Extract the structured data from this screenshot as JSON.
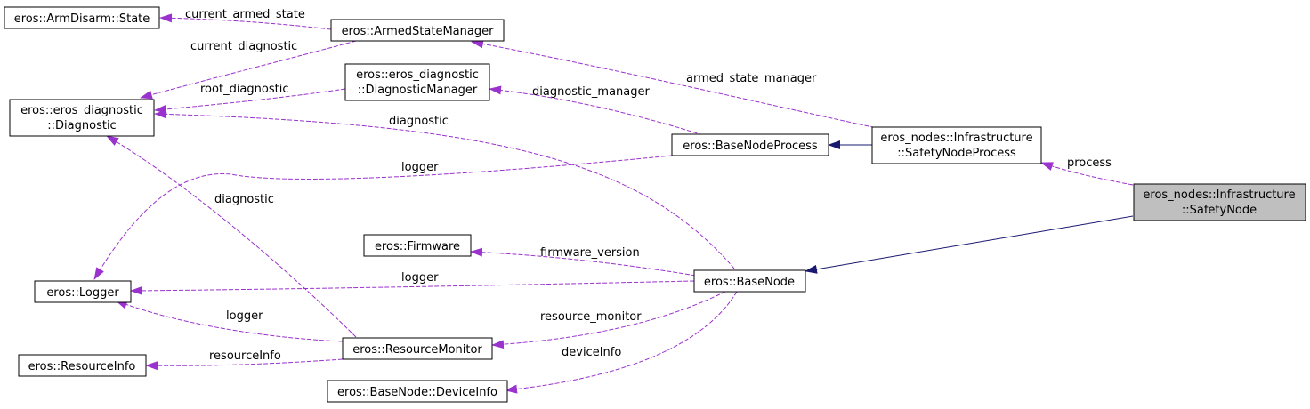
{
  "nodes": {
    "armdisarm_state": "eros::ArmDisarm::State",
    "armed_state_manager": "eros::ArmedStateManager",
    "diagnostic_line1": "eros::eros_diagnostic",
    "diagnostic_line2": "::Diagnostic",
    "diagnostic_manager_line1": "eros::eros_diagnostic",
    "diagnostic_manager_line2": "::DiagnosticManager",
    "base_node_process": "eros::BaseNodeProcess",
    "safety_node_process_line1": "eros_nodes::Infrastructure",
    "safety_node_process_line2": "::SafetyNodeProcess",
    "safety_node_line1": "eros_nodes::Infrastructure",
    "safety_node_line2": "::SafetyNode",
    "firmware": "eros::Firmware",
    "logger": "eros::Logger",
    "base_node": "eros::BaseNode",
    "resource_monitor": "eros::ResourceMonitor",
    "resource_info": "eros::ResourceInfo",
    "device_info": "eros::BaseNode::DeviceInfo"
  },
  "edges": {
    "current_armed_state": "current_armed_state",
    "current_diagnostic": "current_diagnostic",
    "root_diagnostic": "root_diagnostic",
    "diagnostic_manager": "diagnostic_manager",
    "armed_state_manager": "armed_state_manager",
    "diagnostic_base_node": "diagnostic",
    "logger_process": "logger",
    "diagnostic_resource_monitor": "diagnostic",
    "process": "process",
    "firmware_version": "firmware_version",
    "logger_base_node": "logger",
    "logger_resource_monitor": "logger",
    "resource_monitor": "resource_monitor",
    "resourceInfo": "resourceInfo",
    "deviceInfo": "deviceInfo"
  },
  "colors": {
    "uses_edge": "#9a32cd",
    "inheritance_edge": "#191970",
    "focus_node_fill": "#bfbfbf"
  }
}
